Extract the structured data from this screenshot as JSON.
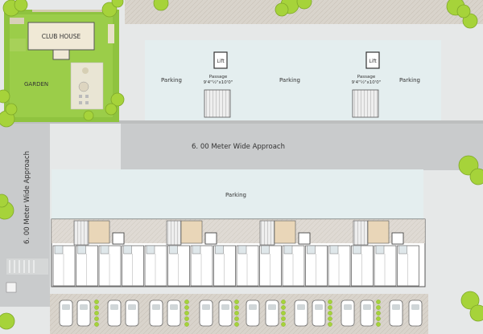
{
  "labels": {
    "club_house": "CLUB HOUSE",
    "garden": "GARDEN",
    "lift": "Lift",
    "passage": "Passage",
    "passage_size": "9'4\"½\"x10'0\"",
    "parking": "Parking",
    "approach_h": "6. 00 Meter Wide Approach",
    "approach_v": "6. 00 Meter Wide Approach"
  },
  "colors": {
    "grass": "#8fc33f",
    "road": "#c9cbcc",
    "parking_area": "#e4eeef",
    "tree": "#a6d33a",
    "wall": "#555555"
  }
}
